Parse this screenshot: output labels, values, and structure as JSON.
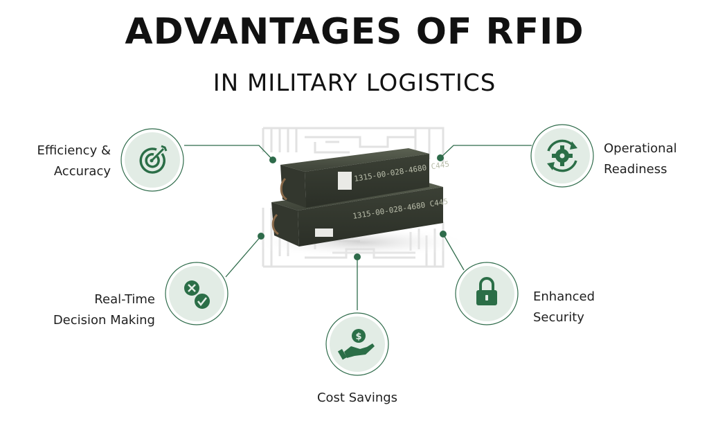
{
  "title": "ADVANTAGES OF RFID",
  "subtitle": "IN MILITARY LOGISTICS",
  "crates": {
    "top_marking_1": "1315-00-028-4680 C445",
    "bottom_marking_1": "1315-00-028-4680 C445"
  },
  "colors": {
    "accent": "#2e6b4a",
    "icon": "#2b6e47",
    "circle_fill": "#e2ece5",
    "line": "#2e6b4a",
    "crate": "#3d4236",
    "maze": "#e3e3e3"
  },
  "advantages": [
    {
      "lines": [
        "Efficiency &",
        "Accuracy"
      ],
      "icon": "target-icon"
    },
    {
      "lines": [
        "Operational",
        "Readiness"
      ],
      "icon": "gear-cycle-icon"
    },
    {
      "lines": [
        "Real-Time",
        "Decision Making"
      ],
      "icon": "decision-check-icon"
    },
    {
      "lines": [
        "Enhanced",
        "Security"
      ],
      "icon": "lock-icon"
    },
    {
      "lines": [
        "Cost Savings"
      ],
      "icon": "hand-coin-icon"
    }
  ]
}
